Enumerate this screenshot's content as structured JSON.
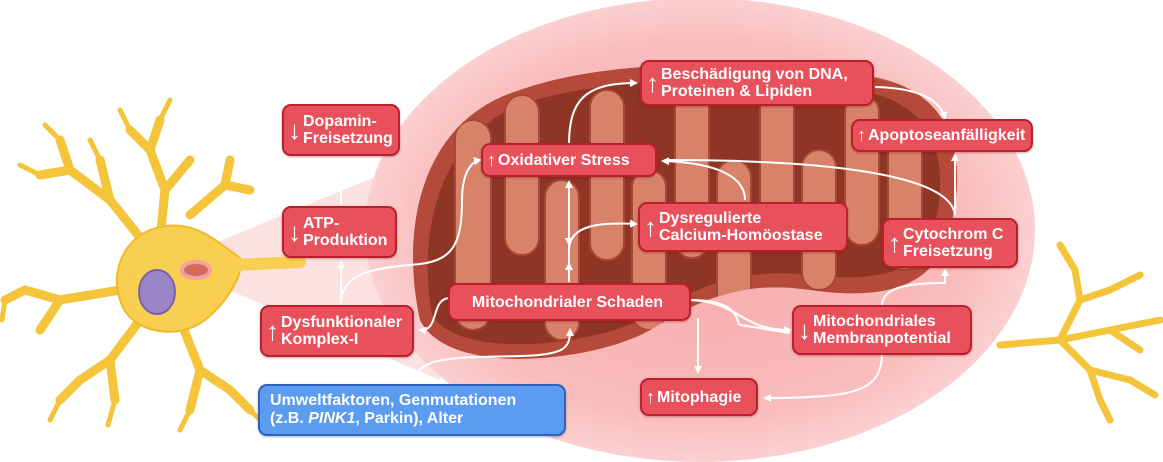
{
  "nodes": {
    "dopamin": {
      "arrow": "↓",
      "lines": [
        "Dopamin-",
        "Freisetzung"
      ]
    },
    "atp": {
      "arrow": "↓",
      "lines": [
        "ATP-",
        "Produktion"
      ]
    },
    "komplex": {
      "arrow": "↑",
      "lines": [
        "Dysfunktionaler",
        "Komplex-I"
      ]
    },
    "oxidativ": {
      "arrow": "↑",
      "lines": [
        "Oxidativer Stress"
      ]
    },
    "dna": {
      "arrow": "↑",
      "lines": [
        "Beschädigung von DNA,",
        "Proteinen & Lipiden"
      ]
    },
    "apoptose": {
      "arrow": "↑",
      "lines": [
        "Apoptoseanfälligkeit"
      ]
    },
    "calcium": {
      "arrow": "↑",
      "lines": [
        "Dysregulierte",
        "Calcium-Homöostase"
      ]
    },
    "cytochrom": {
      "arrow": "↑",
      "lines": [
        "Cytochrom C",
        "Freisetzung"
      ]
    },
    "schaden": {
      "lines": [
        "Mitochondrialer Schaden"
      ]
    },
    "membran": {
      "arrow": "↓",
      "lines": [
        "Mitochondriales",
        "Membranpotential"
      ]
    },
    "mitophagie": {
      "arrow": "↑",
      "lines": [
        "Mitophagie"
      ]
    },
    "umwelt": {
      "line1": "Umweltfaktoren, Genmutationen",
      "line2_pre": "(z.B. ",
      "line2_gene": "PINK1",
      "line2_post": ", Parkin), Alter"
    }
  },
  "colors": {
    "node_fill": "#e8505b",
    "node_border": "#b8202e",
    "cause_fill": "#5b9bf0",
    "neuron": "#f9cf52",
    "nucleus": "#9b85c7",
    "mito_outer": "#b54a3a",
    "mito_inner": "#d8826a",
    "halo": "#f7b7b7"
  }
}
